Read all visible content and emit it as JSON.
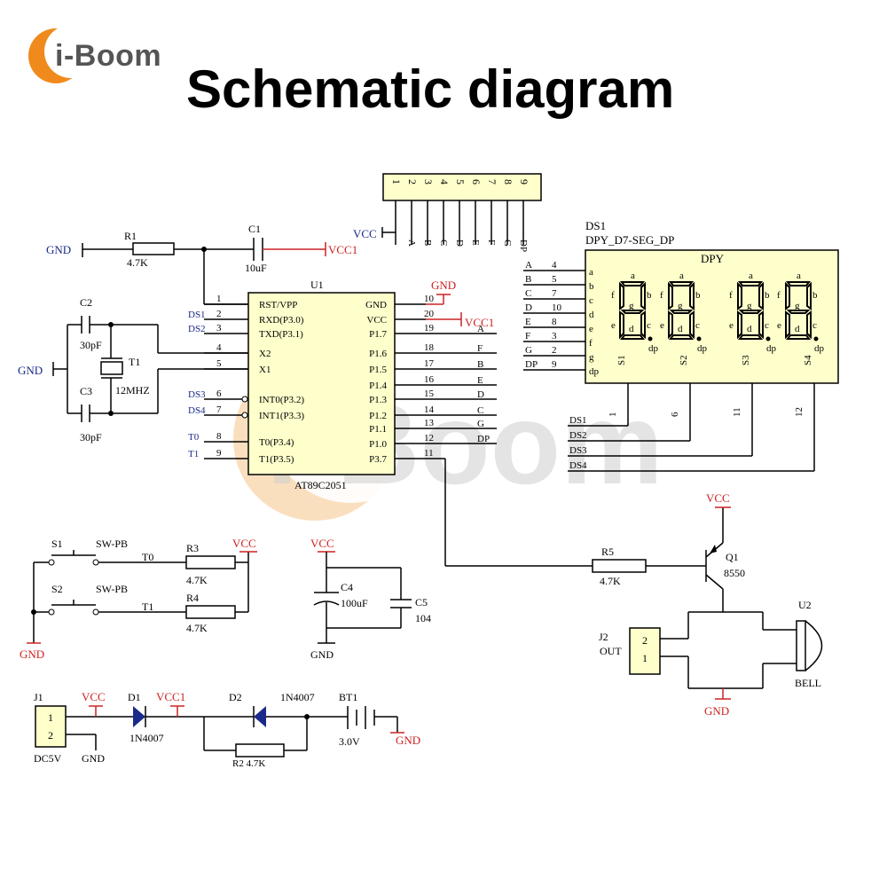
{
  "header": {
    "logo_text": "i-Boom",
    "title": "Schematic diagram"
  },
  "watermark": {
    "text": "i-Boom"
  },
  "colors": {
    "chip_fill": "#ffffcc",
    "logo_orange": "#f08a1d",
    "net_blue": "#1a2a8a",
    "power_red": "#cc2222"
  },
  "power_nets": {
    "gnd": "GND",
    "vcc": "VCC",
    "vcc1": "VCC1"
  },
  "header_conn": {
    "pins": [
      "1",
      "2",
      "3",
      "4",
      "5",
      "6",
      "7",
      "8",
      "9"
    ],
    "nets": [
      "VCC",
      "A",
      "B",
      "C",
      "D",
      "E",
      "F",
      "G",
      "DP"
    ]
  },
  "u1": {
    "ref": "U1",
    "part": "AT89C2051",
    "left_pins": [
      {
        "num": "1",
        "name": "RST/VPP",
        "net": ""
      },
      {
        "num": "2",
        "name": "RXD(P3.0)",
        "net": "DS1"
      },
      {
        "num": "3",
        "name": "TXD(P3.1)",
        "net": "DS2"
      },
      {
        "num": "4",
        "name": "X2",
        "net": ""
      },
      {
        "num": "5",
        "name": "X1",
        "net": ""
      },
      {
        "num": "6",
        "name": "INT0(P3.2)",
        "net": "DS3"
      },
      {
        "num": "7",
        "name": "INT1(P3.3)",
        "net": "DS4"
      },
      {
        "num": "8",
        "name": "T0(P3.4)",
        "net": "T0"
      },
      {
        "num": "9",
        "name": "T1(P3.5)",
        "net": "T1"
      }
    ],
    "right_pins": [
      {
        "num": "10",
        "name": "GND",
        "net": "GND"
      },
      {
        "num": "20",
        "name": "VCC",
        "net": "VCC1"
      },
      {
        "num": "19",
        "name": "P1.7",
        "net": "A"
      },
      {
        "num": "18",
        "name": "P1.6",
        "net": "F"
      },
      {
        "num": "17",
        "name": "P1.5",
        "net": "B"
      },
      {
        "num": "16",
        "name": "P1.4",
        "net": "E"
      },
      {
        "num": "15",
        "name": "P1.3",
        "net": "D"
      },
      {
        "num": "14",
        "name": "P1.2",
        "net": "C"
      },
      {
        "num": "13",
        "name": "P1.1",
        "net": "G"
      },
      {
        "num": "12",
        "name": "P1.0",
        "net": "DP"
      },
      {
        "num": "11",
        "name": "P3.7",
        "net": ""
      }
    ]
  },
  "r1": {
    "ref": "R1",
    "value": "4.7K"
  },
  "c1": {
    "ref": "C1",
    "value": "10uF"
  },
  "c2": {
    "ref": "C2",
    "value": "30pF"
  },
  "c3": {
    "ref": "C3",
    "value": "30pF"
  },
  "t1": {
    "ref": "T1",
    "value": "12MHZ"
  },
  "ds1": {
    "ref": "DS1",
    "part": "DPY_D7-SEG_DP",
    "label": "DPY",
    "pin_rows": [
      {
        "net": "A",
        "pin": "4",
        "seg": "a"
      },
      {
        "net": "B",
        "pin": "5",
        "seg": "b"
      },
      {
        "net": "C",
        "pin": "7",
        "seg": "c"
      },
      {
        "net": "D",
        "pin": "10",
        "seg": "d"
      },
      {
        "net": "E",
        "pin": "8",
        "seg": "e"
      },
      {
        "net": "F",
        "pin": "3",
        "seg": "f"
      },
      {
        "net": "G",
        "pin": "2",
        "seg": "g"
      },
      {
        "net": "DP",
        "pin": "9",
        "seg": "dp"
      }
    ],
    "digit_segs": [
      "a",
      "b",
      "c",
      "d",
      "e",
      "f",
      "g",
      "dp"
    ],
    "commons": [
      {
        "name": "S1",
        "pin": "1",
        "net": "DS1"
      },
      {
        "name": "S2",
        "pin": "6",
        "net": "DS2"
      },
      {
        "name": "S3",
        "pin": "11",
        "net": "DS3"
      },
      {
        "name": "S4",
        "pin": "12",
        "net": "DS4"
      }
    ]
  },
  "r5": {
    "ref": "R5",
    "value": "4.7K"
  },
  "q1": {
    "ref": "Q1",
    "value": "8550"
  },
  "u2": {
    "ref": "U2",
    "value": "BELL"
  },
  "j2": {
    "ref": "J2",
    "value": "OUT",
    "pins": [
      "2",
      "1"
    ]
  },
  "s1": {
    "ref": "S1",
    "value": "SW-PB",
    "net": "T0"
  },
  "s2": {
    "ref": "S2",
    "value": "SW-PB",
    "net": "T1"
  },
  "r3": {
    "ref": "R3",
    "value": "4.7K"
  },
  "r4": {
    "ref": "R4",
    "value": "4.7K"
  },
  "c4": {
    "ref": "C4",
    "value": "100uF"
  },
  "c5": {
    "ref": "C5",
    "value": "104"
  },
  "j1": {
    "ref": "J1",
    "value": "DC5V",
    "pins": [
      "1",
      "2"
    ]
  },
  "d1": {
    "ref": "D1",
    "value": "1N4007"
  },
  "d2": {
    "ref": "D2",
    "value": "1N4007"
  },
  "bt1": {
    "ref": "BT1",
    "value": "3.0V"
  },
  "r2": {
    "value": "R2 4.7K"
  }
}
